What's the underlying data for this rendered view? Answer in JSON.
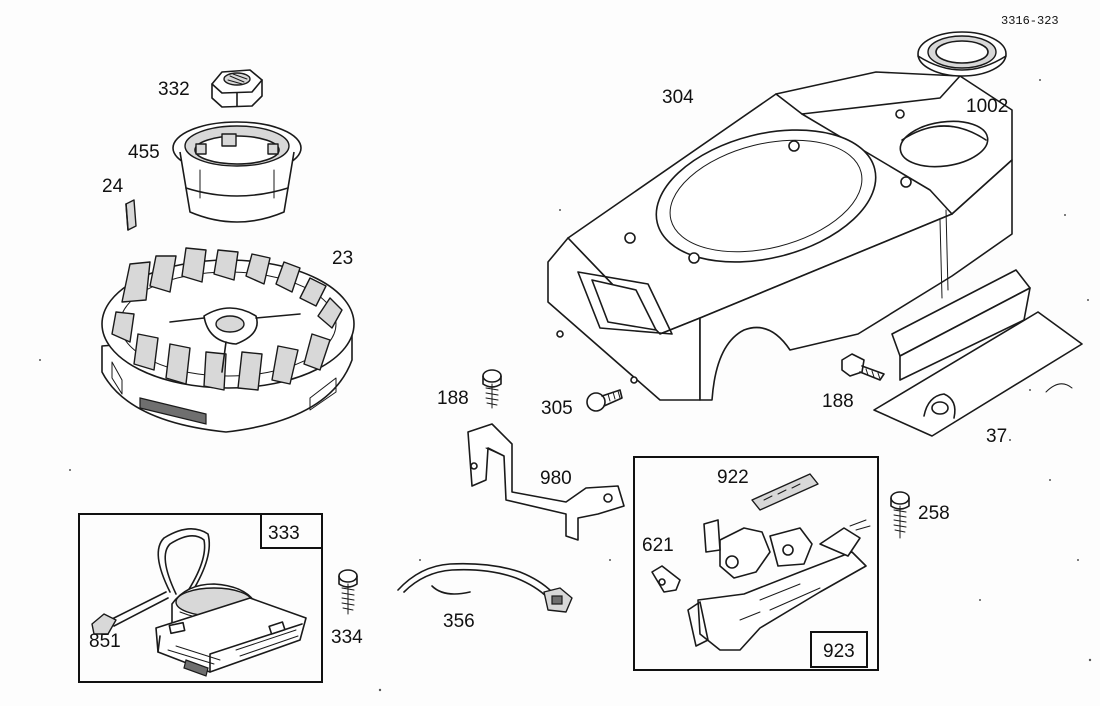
{
  "diagram": {
    "document_id": "3316-323",
    "parts": [
      {
        "id": "332",
        "label": "332"
      },
      {
        "id": "455",
        "label": "455"
      },
      {
        "id": "24",
        "label": "24"
      },
      {
        "id": "23",
        "label": "23"
      },
      {
        "id": "304",
        "label": "304"
      },
      {
        "id": "1002",
        "label": "1002"
      },
      {
        "id": "188a",
        "label": "188"
      },
      {
        "id": "305",
        "label": "305"
      },
      {
        "id": "188b",
        "label": "188"
      },
      {
        "id": "37",
        "label": "37"
      },
      {
        "id": "980",
        "label": "980"
      },
      {
        "id": "922",
        "label": "922"
      },
      {
        "id": "258",
        "label": "258"
      },
      {
        "id": "621",
        "label": "621"
      },
      {
        "id": "923",
        "label": "923"
      },
      {
        "id": "333",
        "label": "333"
      },
      {
        "id": "851",
        "label": "851"
      },
      {
        "id": "334",
        "label": "334"
      },
      {
        "id": "356",
        "label": "356"
      }
    ]
  }
}
